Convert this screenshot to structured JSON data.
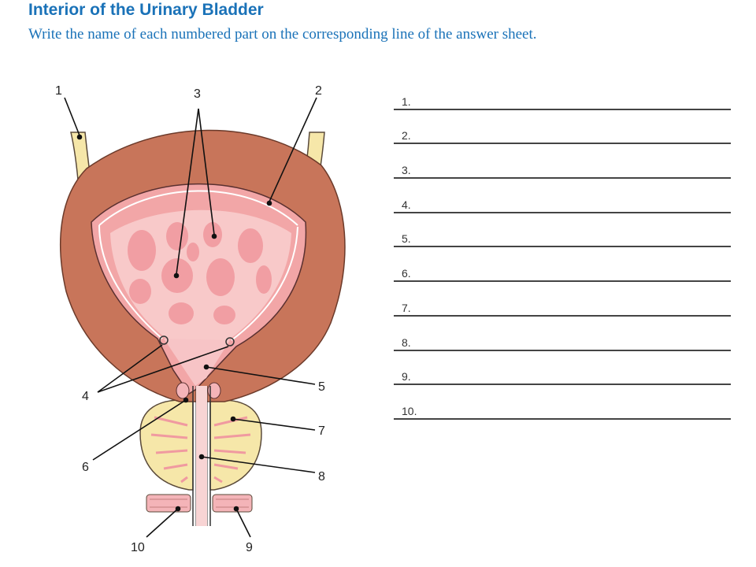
{
  "header": {
    "title": "Interior of the Urinary Bladder",
    "subtitle": "Write the name of each numbered part on the corresponding line of the answer sheet."
  },
  "diagram": {
    "labels": [
      "1",
      "2",
      "3",
      "4",
      "5",
      "6",
      "7",
      "8",
      "9",
      "10"
    ]
  },
  "answer_sheet": {
    "lines": [
      "1.",
      "2.",
      "3.",
      "4.",
      "5.",
      "6.",
      "7.",
      "8.",
      "9.",
      "10."
    ]
  }
}
